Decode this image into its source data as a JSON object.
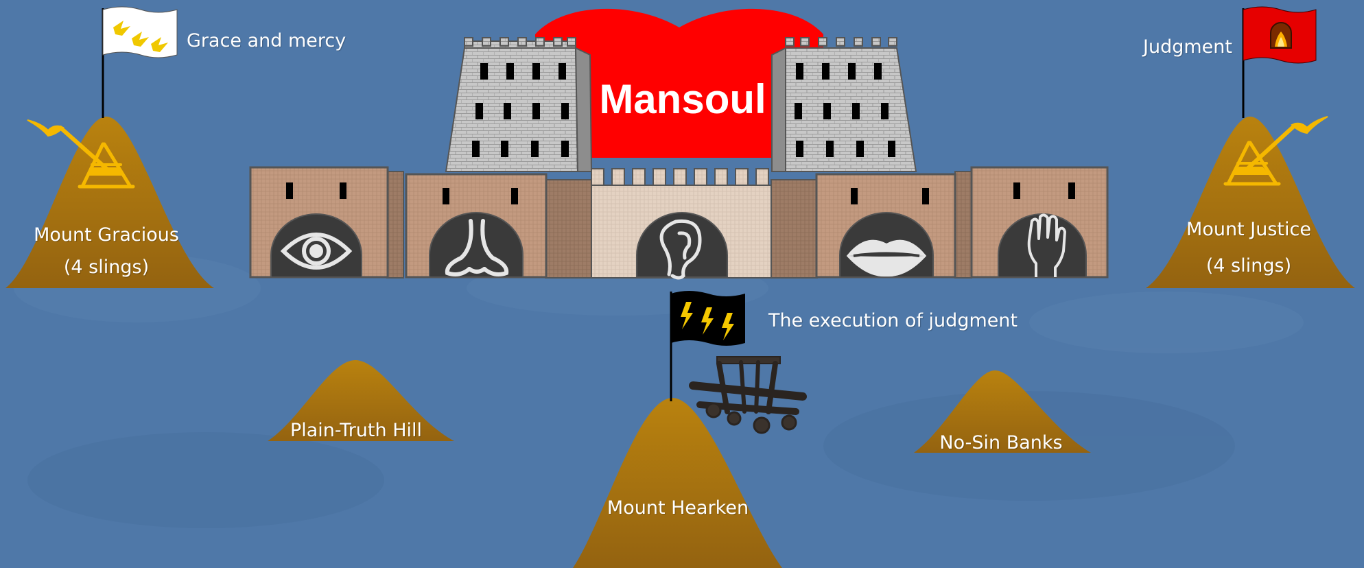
{
  "title": "Mansoul",
  "flags": {
    "gracious": "Grace and mercy",
    "justice": "Judgment",
    "hearken": "The execution of judgment"
  },
  "mounts": {
    "gracious": {
      "name": "Mount Gracious",
      "slings": "(4 slings)"
    },
    "justice": {
      "name": "Mount Justice",
      "slings": "(4 slings)"
    },
    "hearken": {
      "name": "Mount Hearken"
    },
    "plain_truth": {
      "name": "Plain-Truth Hill"
    },
    "no_sin": {
      "name": "No-Sin Banks"
    }
  },
  "gates": [
    "eye-gate",
    "nose-gate",
    "ear-gate",
    "mouth-gate",
    "feel-gate"
  ],
  "colors": {
    "background": "#4f78a8",
    "hill": "#a8740f",
    "heart": "#ff0000",
    "flag_white": "#ffffff",
    "flag_red": "#e60000",
    "flag_black": "#000000",
    "catapult_gold": "#f5b800"
  }
}
